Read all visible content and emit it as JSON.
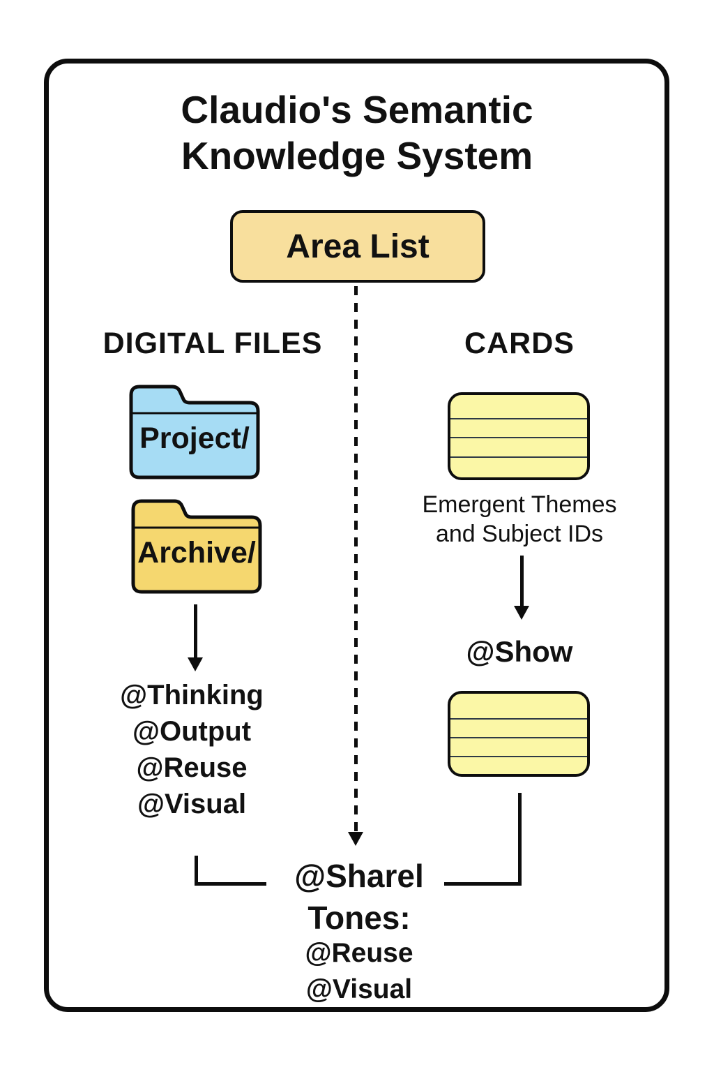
{
  "diagram": {
    "title_line1": "Claudio's Semantic",
    "title_line2": "Knowledge System",
    "root_node_label": "Area List",
    "left": {
      "heading": "DIGITAL FILES",
      "folder_blue_label": "Project/",
      "folder_yellow_label": "Archive/",
      "tags": [
        "@Thinking",
        "@Output",
        "@Reuse",
        "@Visual"
      ]
    },
    "right": {
      "heading": "CARDS",
      "caption_line1": "Emergent Themes",
      "caption_line2": "and Subject IDs",
      "tag": "@Show"
    },
    "bottom": {
      "main_tag": "@Sharel",
      "label": "Tones:",
      "tags": [
        "@Reuse",
        "@Visual"
      ]
    },
    "colors": {
      "node_fill": "#F8DF9D",
      "folder_blue": "#A6DCF4",
      "folder_yellow": "#F5D76F",
      "card_fill": "#FBF7A6",
      "card_rule": "#2E3A45",
      "stroke": "#0D0D0D"
    }
  }
}
